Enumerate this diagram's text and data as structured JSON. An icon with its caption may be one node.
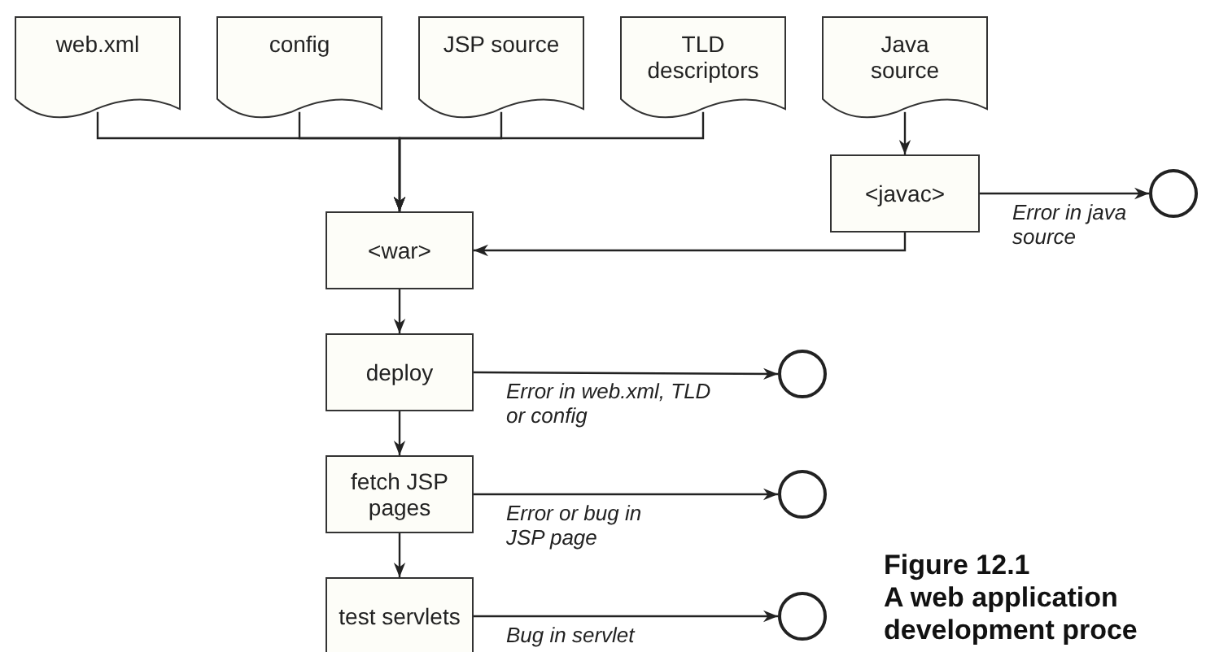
{
  "diagram": {
    "title": "Figure 12.1",
    "caption": "A web application development proce",
    "nodes": [
      {
        "text": [
          "web.xml"
        ]
      },
      {
        "text": [
          "config"
        ]
      },
      {
        "text": [
          "JSP source"
        ]
      },
      {
        "text": [
          "TLD descriptors"
        ]
      },
      {
        "text": [
          "Java source"
        ]
      },
      {
        "text": [
          "<javac>"
        ]
      },
      {
        "text": [],
        "shape": "circle"
      },
      {
        "text": [
          "<war>"
        ]
      },
      {
        "text": [
          "deploy"
        ]
      },
      {
        "text": [],
        "shape": "circle"
      },
      {
        "text": [
          "fetch JSP pages"
        ]
      },
      {
        "text": [],
        "shape": "circle"
      },
      {
        "text": [
          "test servlets"
        ]
      },
      {
        "text": [],
        "shape": "circle"
      }
    ],
    "edges": [
      {
        "from": 0,
        "to": 7,
        "arrow": "to"
      },
      {
        "from": 1,
        "to": 7,
        "arrow": "to"
      },
      {
        "from": 2,
        "to": 7,
        "arrow": "to"
      },
      {
        "from": 3,
        "to": 7,
        "arrow": "to"
      },
      {
        "from": 4,
        "to": 5,
        "arrow": "to"
      },
      {
        "from": 5,
        "to": 6,
        "arrow": "to",
        "label": "Error in java source"
      },
      {
        "from": 5,
        "to": 7,
        "arrow": "to"
      },
      {
        "from": 7,
        "to": 8,
        "arrow": "to"
      },
      {
        "from": 8,
        "to": 9,
        "arrow": "to",
        "label": "Error in web.xml, TLD or config"
      },
      {
        "from": 8,
        "to": 10,
        "arrow": "to"
      },
      {
        "from": 10,
        "to": 11,
        "arrow": "to",
        "label": "Error or bug in JSP page"
      },
      {
        "from": 10,
        "to": 12,
        "arrow": "to"
      },
      {
        "from": 12,
        "to": 13,
        "arrow": "to",
        "label": "Bug in servlet"
      }
    ]
  }
}
